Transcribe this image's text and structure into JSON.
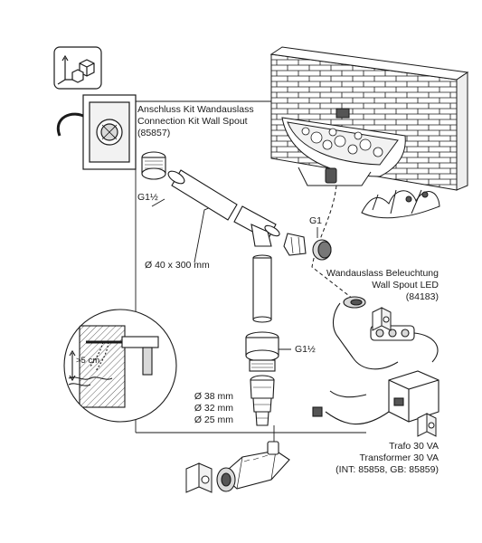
{
  "labels": {
    "connection_kit": {
      "de": "Anschluss Kit Wandauslass",
      "en": "Connection Kit Wall Spout",
      "code": "(85857)"
    },
    "thread_g1_half_top": "G1½",
    "thread_g1": "G1",
    "thread_g1_half_bottom": "G1½",
    "pipe_dimension": "Ø 40 x 300 mm",
    "wall_spout_led": {
      "de": "Wandauslass Beleuchtung",
      "en": "Wall Spout LED",
      "code": "(84183)"
    },
    "distance": ">5 cm",
    "hose_sizes": [
      "Ø 38 mm",
      "Ø 32 mm",
      "Ø 25 mm"
    ],
    "transformer": {
      "de": "Trafo 30 VA",
      "en": "Transformer 30 VA",
      "code": "(INT: 85858, GB: 85859)"
    }
  },
  "icons": [
    "view-orientation-icon",
    "manual-icon",
    "pump-icon",
    "led-icon",
    "transformer-icon",
    "wall-spout-icon",
    "plants-icon",
    "brick-wall-icon"
  ],
  "colors": {
    "line": "#1a1a1a",
    "fill": "#ffffff",
    "shade": "#d9d9d9",
    "dark": "#555555"
  }
}
